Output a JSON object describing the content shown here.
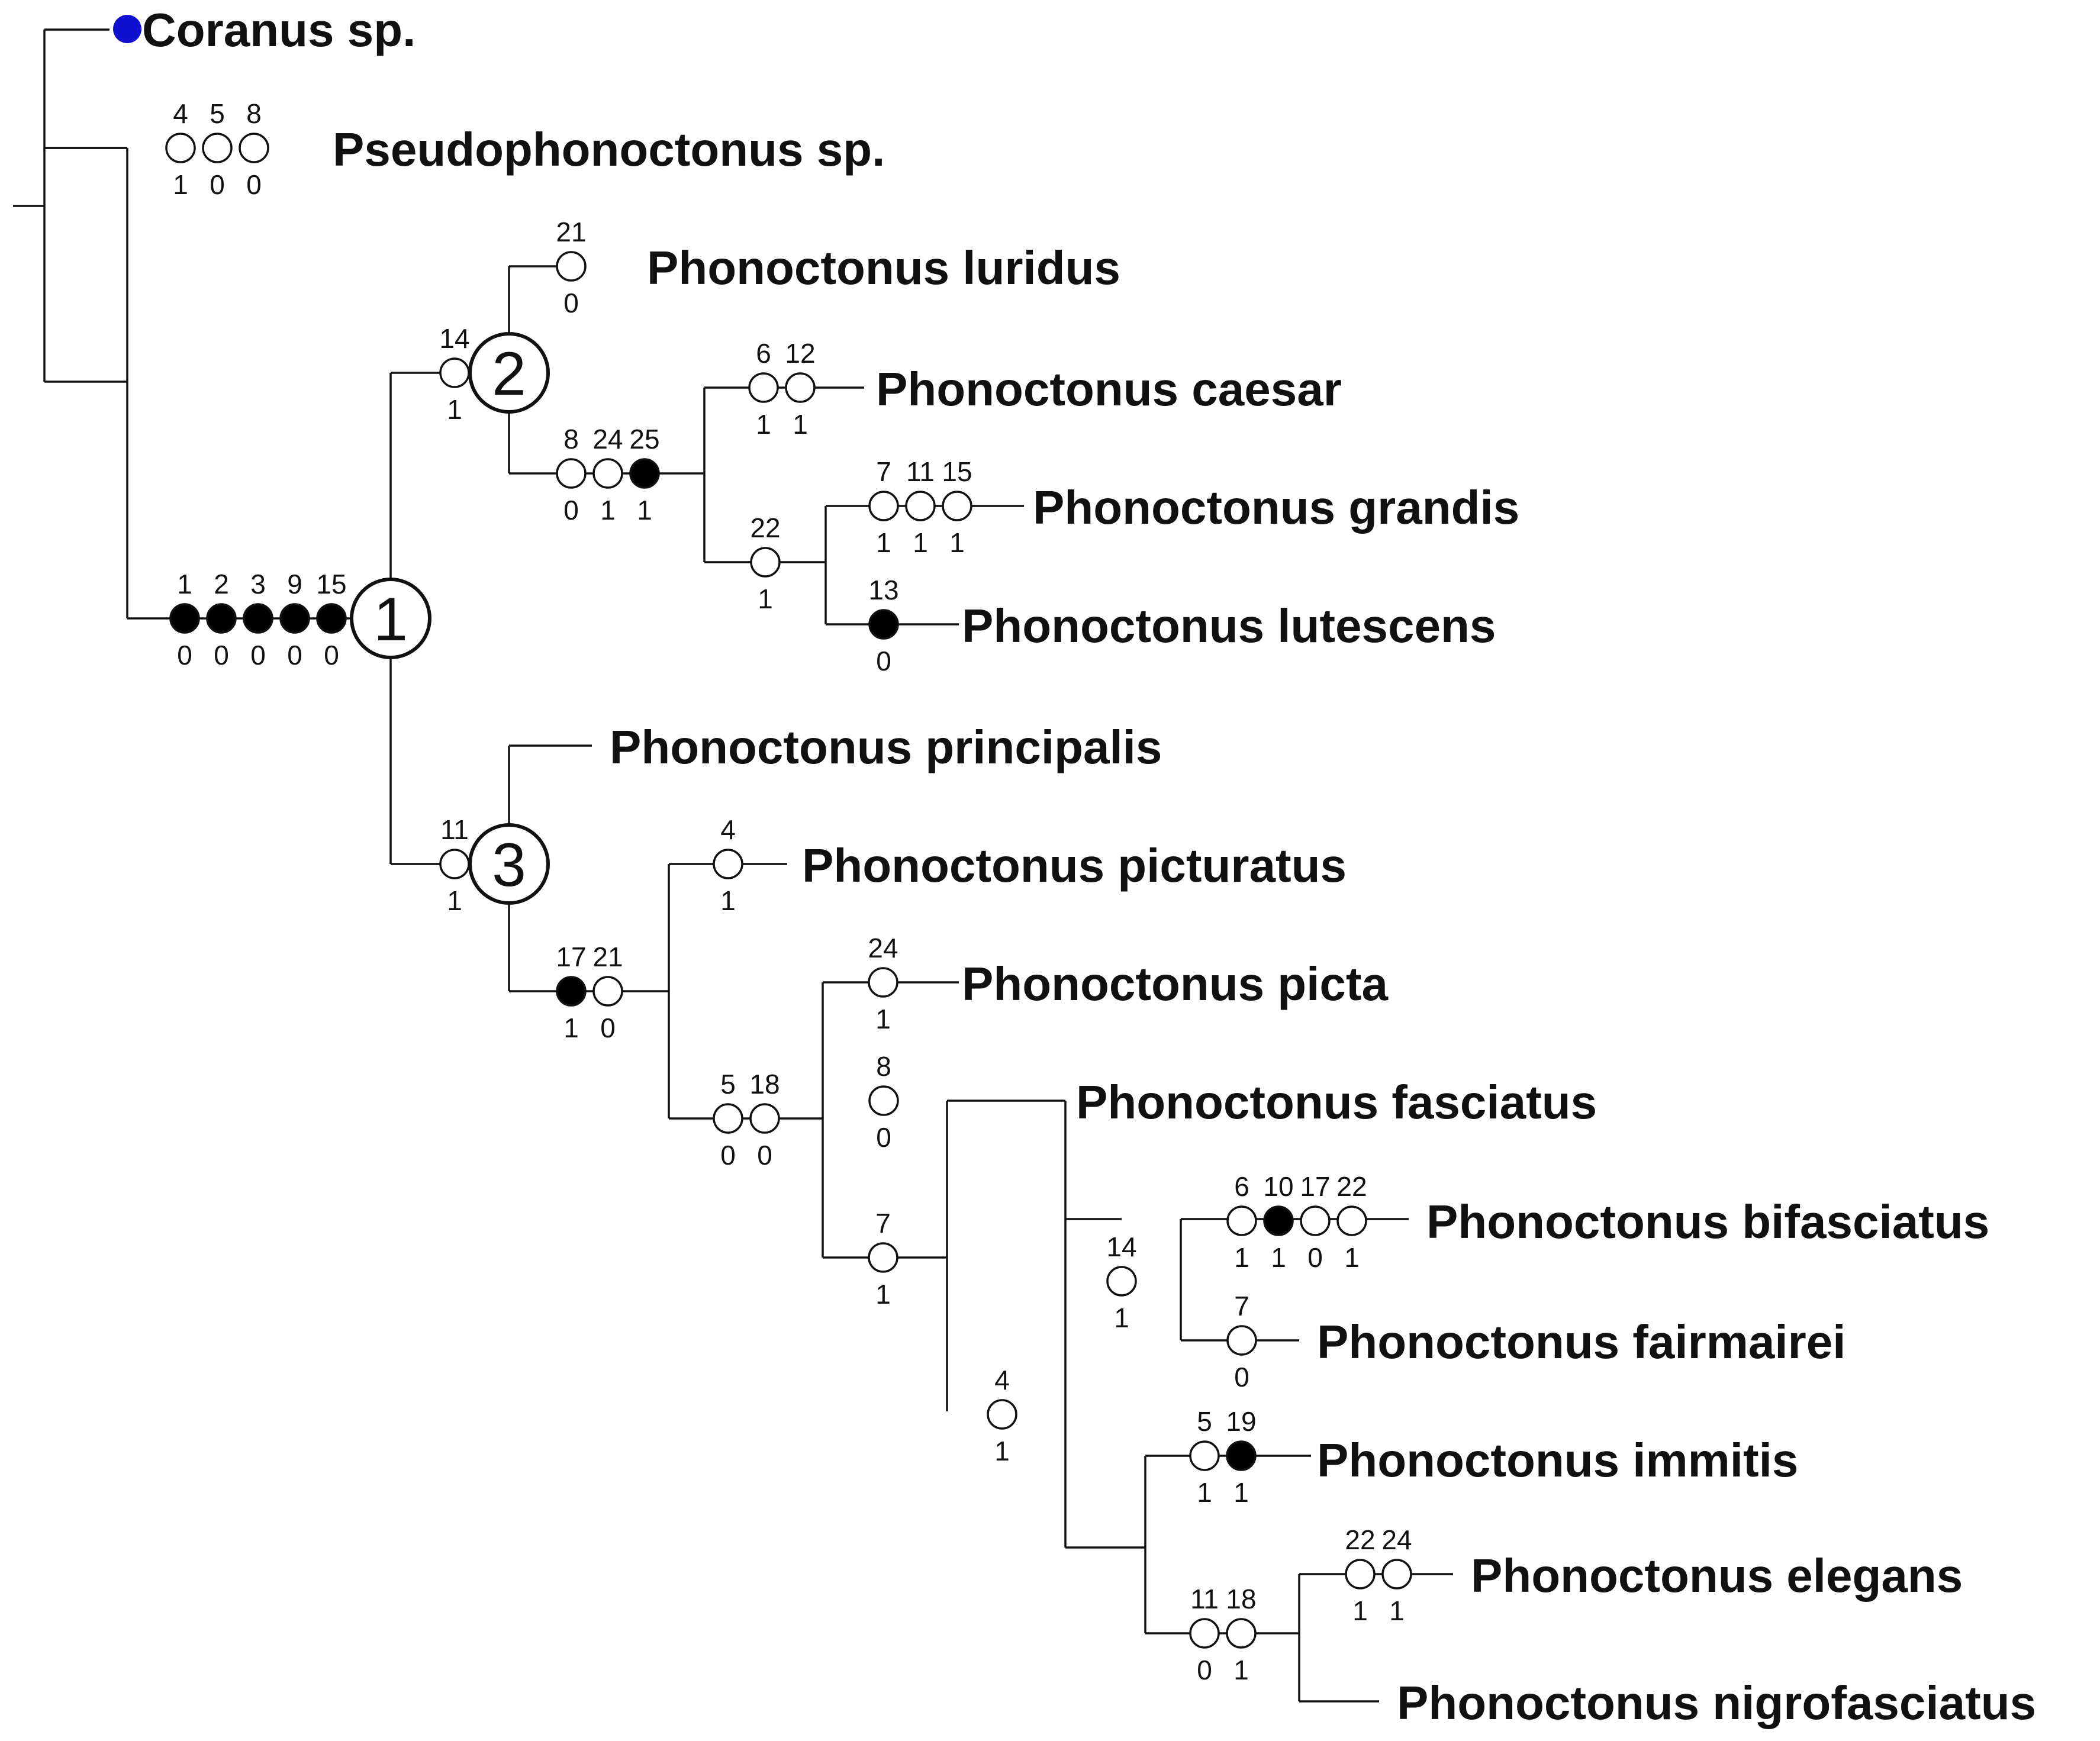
{
  "taxa": [
    {
      "name": "Coranus sp.",
      "outgroup_marker": true
    },
    {
      "name": "Pseudophonoctonus sp."
    },
    {
      "name": "Phonoctonus luridus"
    },
    {
      "name": "Phonoctonus caesar"
    },
    {
      "name": "Phonoctonus grandis"
    },
    {
      "name": "Phonoctonus lutescens"
    },
    {
      "name": "Phonoctonus principalis"
    },
    {
      "name": "Phonoctonus picturatus"
    },
    {
      "name": "Phonoctonus picta"
    },
    {
      "name": "Phonoctonus fasciatus"
    },
    {
      "name": "Phonoctonus bifasciatus"
    },
    {
      "name": "Phonoctonus fairmairei"
    },
    {
      "name": "Phonoctonus immitis"
    },
    {
      "name": "Phonoctonus elegans"
    },
    {
      "name": "Phonoctonus nigrofasciatus"
    }
  ],
  "node_labels": [
    "1",
    "2",
    "3"
  ],
  "branches": [
    {
      "to": "Pseudophonoctonus sp.",
      "characters": [
        {
          "char": "4",
          "state": "1",
          "filled": false
        },
        {
          "char": "5",
          "state": "0",
          "filled": false
        },
        {
          "char": "8",
          "state": "0",
          "filled": false
        }
      ]
    },
    {
      "to": "node 1",
      "characters": [
        {
          "char": "1",
          "state": "0",
          "filled": true
        },
        {
          "char": "2",
          "state": "0",
          "filled": true
        },
        {
          "char": "3",
          "state": "0",
          "filled": true
        },
        {
          "char": "9",
          "state": "0",
          "filled": true
        },
        {
          "char": "15",
          "state": "0",
          "filled": true
        }
      ]
    },
    {
      "to": "node 2",
      "characters": [
        {
          "char": "14",
          "state": "1",
          "filled": false
        }
      ]
    },
    {
      "to": "Phonoctonus luridus",
      "characters": [
        {
          "char": "21",
          "state": "0",
          "filled": false
        }
      ]
    },
    {
      "to": "caesar+grandis+lutescens",
      "characters": [
        {
          "char": "8",
          "state": "0",
          "filled": false
        },
        {
          "char": "24",
          "state": "1",
          "filled": false
        },
        {
          "char": "25",
          "state": "1",
          "filled": true
        }
      ]
    },
    {
      "to": "Phonoctonus caesar",
      "characters": [
        {
          "char": "6",
          "state": "1",
          "filled": false
        },
        {
          "char": "12",
          "state": "1",
          "filled": false
        }
      ]
    },
    {
      "to": "grandis+lutescens",
      "characters": [
        {
          "char": "22",
          "state": "1",
          "filled": false
        }
      ]
    },
    {
      "to": "Phonoctonus grandis",
      "characters": [
        {
          "char": "7",
          "state": "1",
          "filled": false
        },
        {
          "char": "11",
          "state": "1",
          "filled": false
        },
        {
          "char": "15",
          "state": "1",
          "filled": false
        }
      ]
    },
    {
      "to": "Phonoctonus lutescens",
      "characters": [
        {
          "char": "13",
          "state": "0",
          "filled": true
        }
      ]
    },
    {
      "to": "node 3",
      "characters": [
        {
          "char": "11",
          "state": "1",
          "filled": false
        }
      ]
    },
    {
      "to": "picturatus clade",
      "characters": [
        {
          "char": "17",
          "state": "1",
          "filled": true
        },
        {
          "char": "21",
          "state": "0",
          "filled": false
        }
      ]
    },
    {
      "to": "Phonoctonus picturatus",
      "characters": [
        {
          "char": "4",
          "state": "1",
          "filled": false
        }
      ]
    },
    {
      "to": "picta clade",
      "characters": [
        {
          "char": "5",
          "state": "0",
          "filled": false
        },
        {
          "char": "18",
          "state": "0",
          "filled": false
        }
      ]
    },
    {
      "to": "Phonoctonus picta",
      "characters": [
        {
          "char": "24",
          "state": "1",
          "filled": false
        }
      ]
    },
    {
      "to": "fasciatus clade",
      "characters": [
        {
          "char": "7",
          "state": "1",
          "filled": false
        }
      ]
    },
    {
      "to": "Phonoctonus fasciatus",
      "characters": [
        {
          "char": "8",
          "state": "0",
          "filled": false
        }
      ]
    },
    {
      "to": "bifasciatus..nigrofasciatus",
      "characters": [
        {
          "char": "4",
          "state": "1",
          "filled": false
        }
      ]
    },
    {
      "to": "bifasciatus+fairmairei",
      "characters": [
        {
          "char": "14",
          "state": "1",
          "filled": false
        }
      ]
    },
    {
      "to": "Phonoctonus bifasciatus",
      "characters": [
        {
          "char": "6",
          "state": "1",
          "filled": false
        },
        {
          "char": "10",
          "state": "1",
          "filled": true
        },
        {
          "char": "17",
          "state": "0",
          "filled": false
        },
        {
          "char": "22",
          "state": "1",
          "filled": false
        }
      ]
    },
    {
      "to": "Phonoctonus fairmairei",
      "characters": [
        {
          "char": "7",
          "state": "0",
          "filled": false
        }
      ]
    },
    {
      "to": "Phonoctonus immitis",
      "characters": [
        {
          "char": "5",
          "state": "1",
          "filled": false
        },
        {
          "char": "19",
          "state": "1",
          "filled": true
        }
      ]
    },
    {
      "to": "elegans+nigrofasciatus",
      "characters": [
        {
          "char": "11",
          "state": "0",
          "filled": false
        },
        {
          "char": "18",
          "state": "1",
          "filled": false
        }
      ]
    },
    {
      "to": "Phonoctonus elegans",
      "characters": [
        {
          "char": "22",
          "state": "1",
          "filled": false
        },
        {
          "char": "24",
          "state": "1",
          "filled": false
        }
      ]
    }
  ],
  "colors": {
    "line": "#111111",
    "filled_circle": "#000000",
    "open_circle": "#ffffff",
    "outgroup_marker": "#1010d0"
  }
}
